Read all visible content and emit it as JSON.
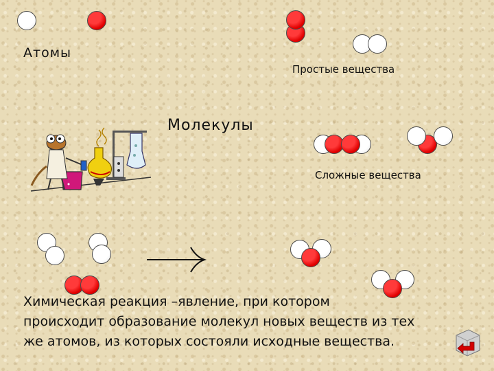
{
  "labels": {
    "atoms": "Атомы",
    "simple_substances": "Простые вещества",
    "molecules": "Молекулы",
    "complex_substances": "Сложные вещества"
  },
  "definition": {
    "line1": "Химическая реакция –явление, при котором",
    "line2": "происходит образование молекул новых веществ из тех",
    "line3": "же атомов, из которых состояли исходные вещества."
  },
  "colors": {
    "hydrogen_atom": "#ffffff",
    "oxygen_atom": "#e10000",
    "background": "#e9dcb8",
    "nav_button": "#c8c8c8",
    "nav_arrow": "#d40000"
  },
  "icons": {
    "reaction_arrow": "right-arrow-icon",
    "nav_button": "return-arrow-icon",
    "illustration": "chemist-lab-illustration"
  }
}
